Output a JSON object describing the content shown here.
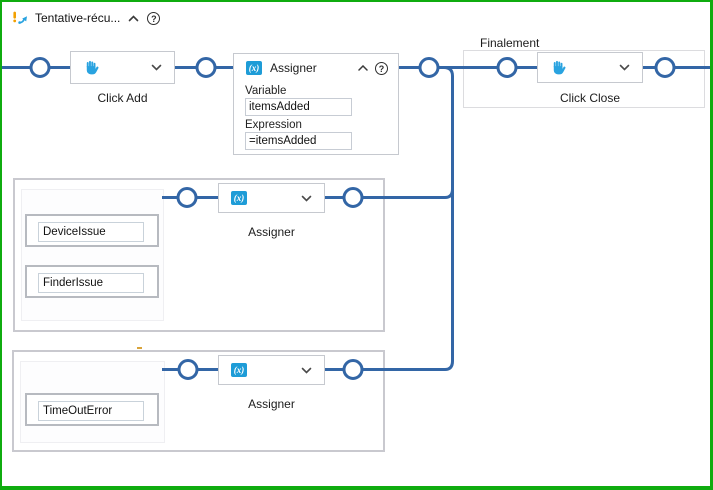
{
  "header": {
    "title": "Tentative-récu...",
    "help_label": "?"
  },
  "icons": {
    "assign_glyph": "(x)"
  },
  "try_block": {
    "click_add_label": "Click Add",
    "assign": {
      "title": "Assigner",
      "help_label": "?",
      "variable_label": "Variable",
      "variable_value": "itemsAdded",
      "expression_label": "Expression",
      "expression_value": "=itemsAdded"
    }
  },
  "catches": [
    {
      "exceptions": [
        "DeviceIssue",
        "FinderIssue"
      ],
      "activity_label": "Assigner"
    },
    {
      "exceptions": [
        "TimeOutError"
      ],
      "activity_label": "Assigner"
    }
  ],
  "finally_block": {
    "label": "Finalement",
    "click_close_label": "Click Close"
  },
  "colors": {
    "border_green": "#0FAC0F",
    "wire_blue": "#3366A6",
    "icon_blue": "#29A3E0",
    "assign_icon_blue": "#1E9CD7",
    "warning_orange": "#D9A43B"
  }
}
